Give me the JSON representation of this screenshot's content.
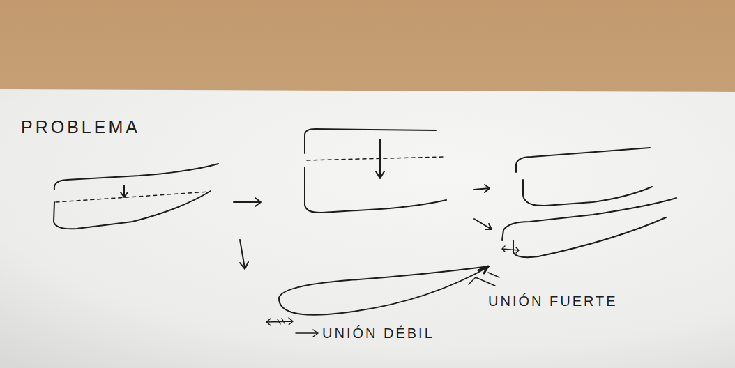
{
  "diagram": {
    "title": "PROBLEMA",
    "labels": [
      "UNIÓN FUERTE",
      "UNIÓN DÉBIL"
    ]
  }
}
